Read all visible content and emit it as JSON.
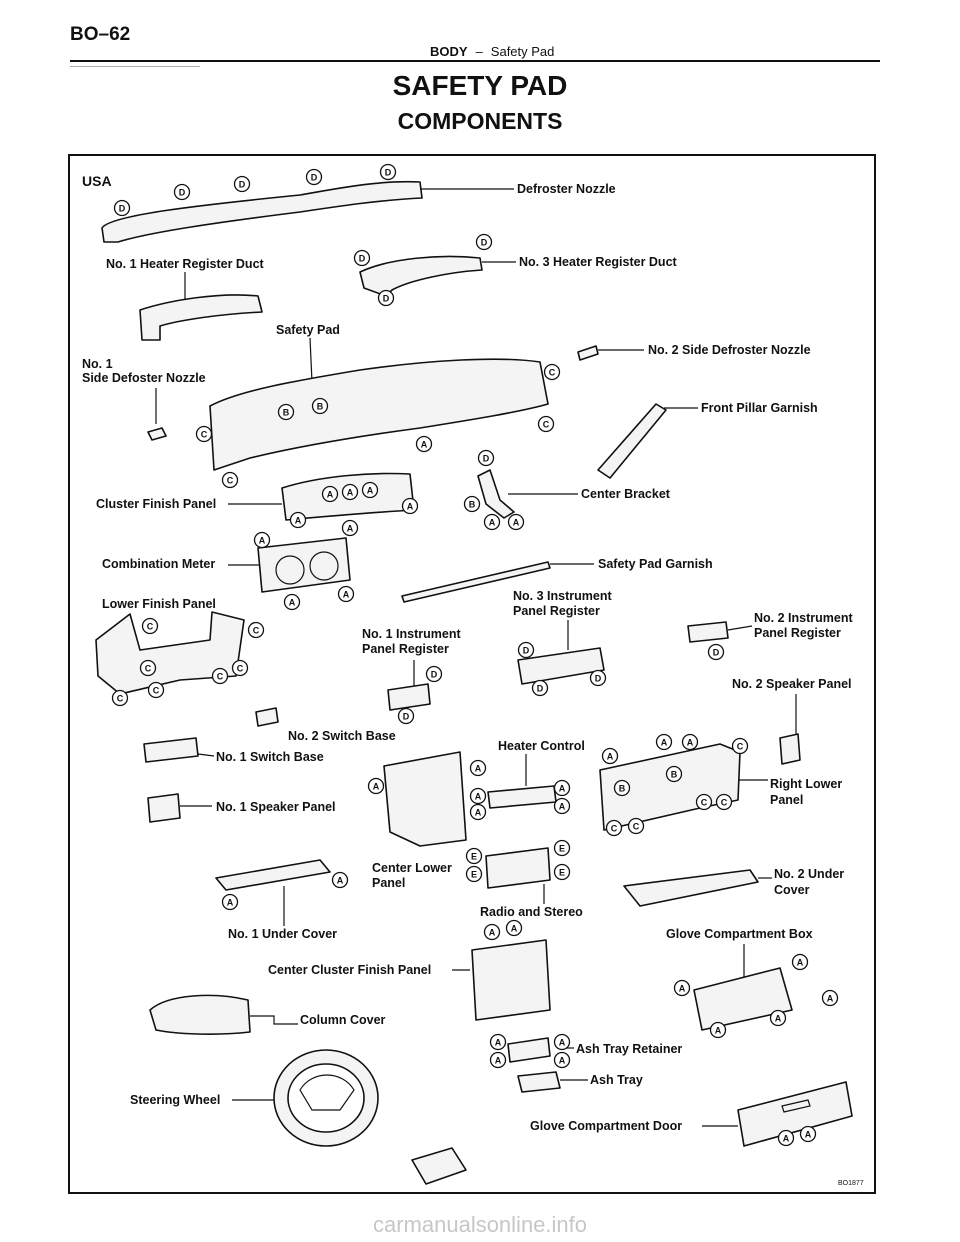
{
  "header": {
    "page_number": "BO–62",
    "section": "BODY",
    "separator": "–",
    "subsection": "Safety Pad"
  },
  "title": "SAFETY PAD",
  "subtitle": "COMPONENTS",
  "figure_code": "BO1877",
  "watermark": "carmanualsonline.info",
  "region": "USA",
  "labels": {
    "defroster_nozzle": "Defroster Nozzle",
    "heater_duct_1": "No. 1 Heater Register Duct",
    "heater_duct_3": "No. 3 Heater Register Duct",
    "safety_pad": "Safety Pad",
    "side_defoster_1_line1": "No. 1",
    "side_defoster_1_line2": "Side Defoster Nozzle",
    "side_defroster_2": "No. 2 Side Defroster Nozzle",
    "front_pillar": "Front Pillar Garnish",
    "cluster_finish": "Cluster Finish Panel",
    "center_bracket": "Center Bracket",
    "combination_meter": "Combination Meter",
    "safety_pad_garnish": "Safety Pad Garnish",
    "lower_finish": "Lower Finish Panel",
    "ip_register_3_line1": "No. 3 Instrument",
    "ip_register_3_line2": "Panel Register",
    "ip_register_2_line1": "No. 2 Instrument",
    "ip_register_2_line2": "Panel Register",
    "ip_register_1_line1": "No. 1 Instrument",
    "ip_register_1_line2": "Panel Register",
    "speaker_panel_2": "No. 2 Speaker Panel",
    "switch_base_2": "No. 2 Switch Base",
    "switch_base_1": "No. 1 Switch Base",
    "heater_control": "Heater Control",
    "right_lower_line1": "Right Lower",
    "right_lower_line2": "Panel",
    "speaker_panel_1": "No. 1 Speaker Panel",
    "center_lower_line1": "Center Lower",
    "center_lower_line2": "Panel",
    "under_cover_2_line1": "No. 2 Under",
    "under_cover_2_line2": "Cover",
    "radio_stereo": "Radio and Stereo",
    "under_cover_1": "No. 1 Under Cover",
    "glove_box": "Glove Compartment Box",
    "center_cluster": "Center Cluster Finish Panel",
    "column_cover": "Column Cover",
    "ash_tray_retainer": "Ash Tray Retainer",
    "ash_tray": "Ash Tray",
    "steering_wheel": "Steering Wheel",
    "glove_door": "Glove Compartment Door"
  }
}
